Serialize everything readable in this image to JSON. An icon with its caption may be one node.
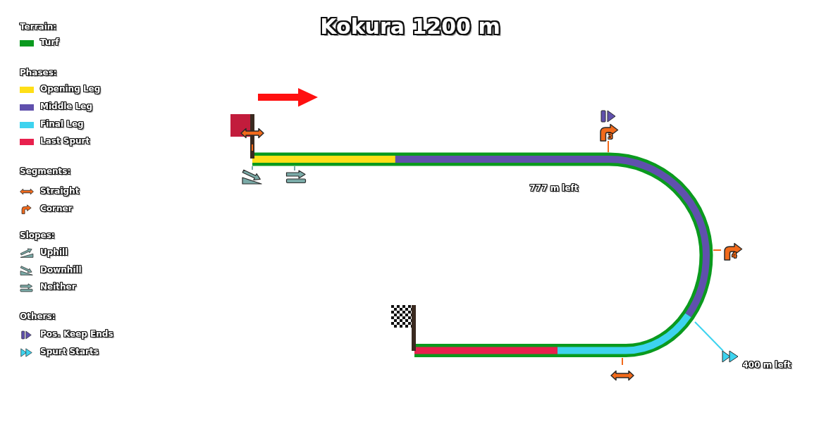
{
  "diagram": {
    "title": "Kokura 1200 m",
    "labels": [
      "3",
      "777 m left",
      "4",
      "400 m left"
    ],
    "legend": [
      {
        "text": "Terrain:"
      },
      {
        "text": "Turf",
        "color": "#0a9a1e"
      },
      {
        "text": "Phases:"
      },
      {
        "text": "Opening Leg",
        "color": "#ffdf17"
      },
      {
        "text": "Middle Leg",
        "color": "#6050ad"
      },
      {
        "text": "Final Leg",
        "color": "#3dd3ef"
      },
      {
        "text": "Last Spurt",
        "color": "#e8204d"
      },
      {
        "text": "Segments:"
      },
      {
        "text": "Straight"
      },
      {
        "text": "Corner"
      },
      {
        "text": "Slopes:"
      },
      {
        "text": "Uphill"
      },
      {
        "text": "Downhill"
      },
      {
        "text": "Neither"
      },
      {
        "text": "Others:"
      },
      {
        "text": "Pos. Keep Ends"
      },
      {
        "text": "Spurt Starts"
      }
    ]
  }
}
